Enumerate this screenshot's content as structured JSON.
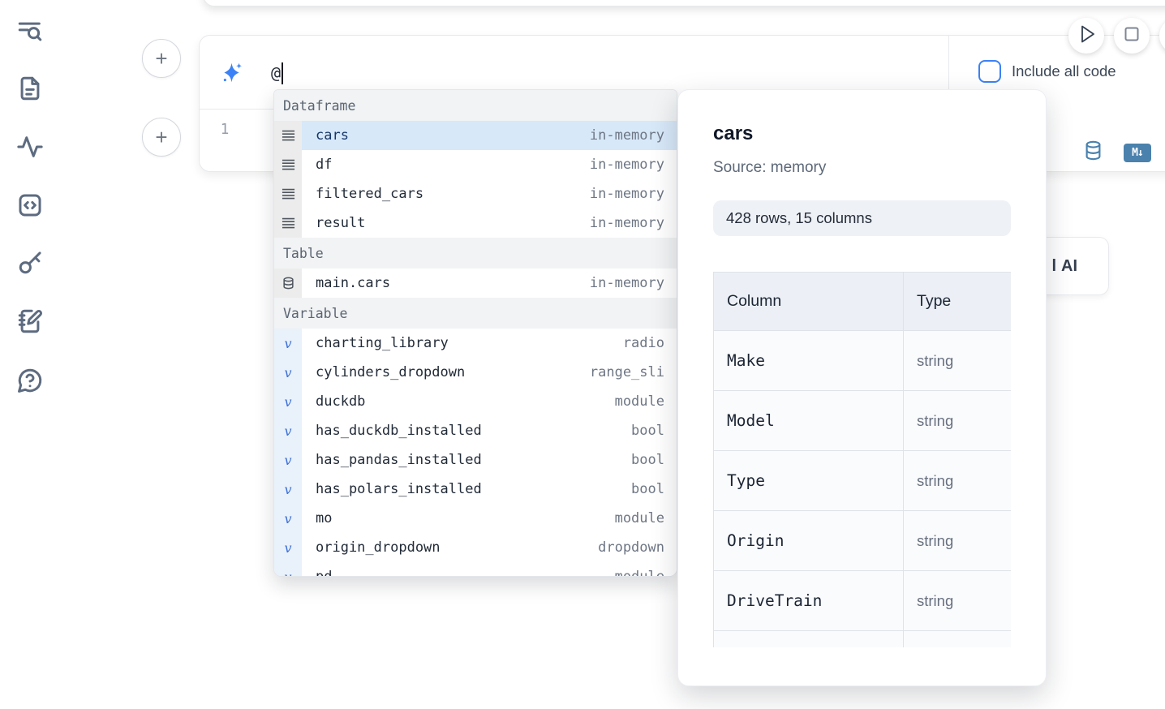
{
  "sidebar": {
    "items": [
      {
        "icon": "toc-search-icon"
      },
      {
        "icon": "file-text-icon"
      },
      {
        "icon": "activity-icon"
      },
      {
        "icon": "code-square-icon"
      },
      {
        "icon": "key-icon"
      },
      {
        "icon": "notebook-pen-icon"
      },
      {
        "icon": "help-chat-icon"
      }
    ]
  },
  "toolbar": {
    "plus_label": "+"
  },
  "cell": {
    "ai_prompt_value": "@",
    "include_all_code_label": "Include all code",
    "line_number": "1",
    "markdown_badge": "M↓"
  },
  "ai_button": {
    "clipped_char": "l",
    "label": "AI"
  },
  "autocomplete": {
    "sections": [
      {
        "label": "Dataframe",
        "icon": "rows-icon",
        "gutter": "gray",
        "items": [
          {
            "name": "cars",
            "type": "in-memory",
            "selected": true
          },
          {
            "name": "df",
            "type": "in-memory"
          },
          {
            "name": "filtered_cars",
            "type": "in-memory"
          },
          {
            "name": "result",
            "type": "in-memory"
          }
        ]
      },
      {
        "label": "Table",
        "icon": "database-icon",
        "gutter": "gray",
        "items": [
          {
            "name": "main.cars",
            "type": "in-memory"
          }
        ]
      },
      {
        "label": "Variable",
        "icon": "variable-icon",
        "gutter": "blue",
        "items": [
          {
            "name": "charting_library",
            "type": "radio"
          },
          {
            "name": "cylinders_dropdown",
            "type": "range_sli"
          },
          {
            "name": "duckdb",
            "type": "module"
          },
          {
            "name": "has_duckdb_installed",
            "type": "bool"
          },
          {
            "name": "has_pandas_installed",
            "type": "bool"
          },
          {
            "name": "has_polars_installed",
            "type": "bool"
          },
          {
            "name": "mo",
            "type": "module"
          },
          {
            "name": "origin_dropdown",
            "type": "dropdown"
          },
          {
            "name": "pd",
            "type": "module"
          }
        ]
      }
    ]
  },
  "preview": {
    "title": "cars",
    "source": "Source: memory",
    "badge": "428 rows, 15 columns",
    "table": {
      "headers": [
        "Column",
        "Type"
      ],
      "rows": [
        [
          "Make",
          "string"
        ],
        [
          "Model",
          "string"
        ],
        [
          "Type",
          "string"
        ],
        [
          "Origin",
          "string"
        ],
        [
          "DriveTrain",
          "string"
        ],
        [
          "",
          ""
        ]
      ]
    }
  },
  "colors": {
    "accent_blue": "#3b82f6",
    "selection_blue": "#d7e8f8",
    "steel_blue_icons": "#4a81ad",
    "sidebar_icon": "#5d6b80",
    "badge_bg": "#eef1f6",
    "header_bg": "#f1f3f4"
  }
}
